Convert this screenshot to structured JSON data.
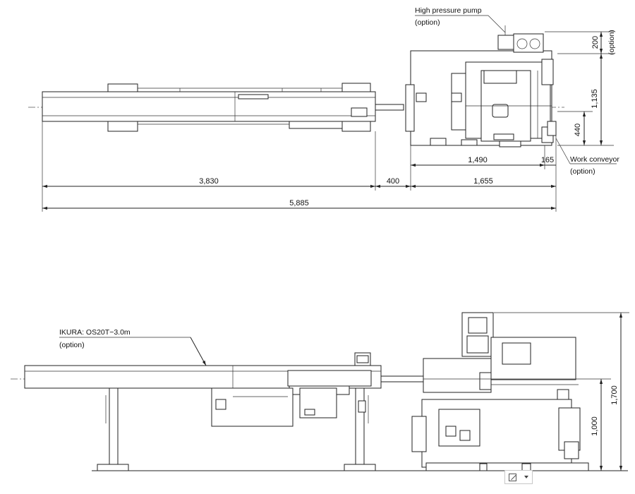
{
  "top_view": {
    "dims": {
      "overall_length": "5,885",
      "bar_feeder_length": "3,830",
      "gap": "400",
      "machine_length": "1,655",
      "machine_body": "1,490",
      "conveyor_offset": "165",
      "depth_total": "1,135",
      "depth_440": "440",
      "pump_depth": "200"
    },
    "notes": {
      "pump_label": "High pressure pump",
      "pump_option": "(option)",
      "pump_option_vertical": "(option)",
      "conveyor_label": "Work conveyor",
      "conveyor_option": "(option)"
    }
  },
  "side_view": {
    "dims": {
      "overall_height": "1,700",
      "spindle_height": "1,000"
    },
    "notes": {
      "feeder_label": "IKURA: OS20T−3.0m",
      "feeder_option": "(option)"
    }
  }
}
